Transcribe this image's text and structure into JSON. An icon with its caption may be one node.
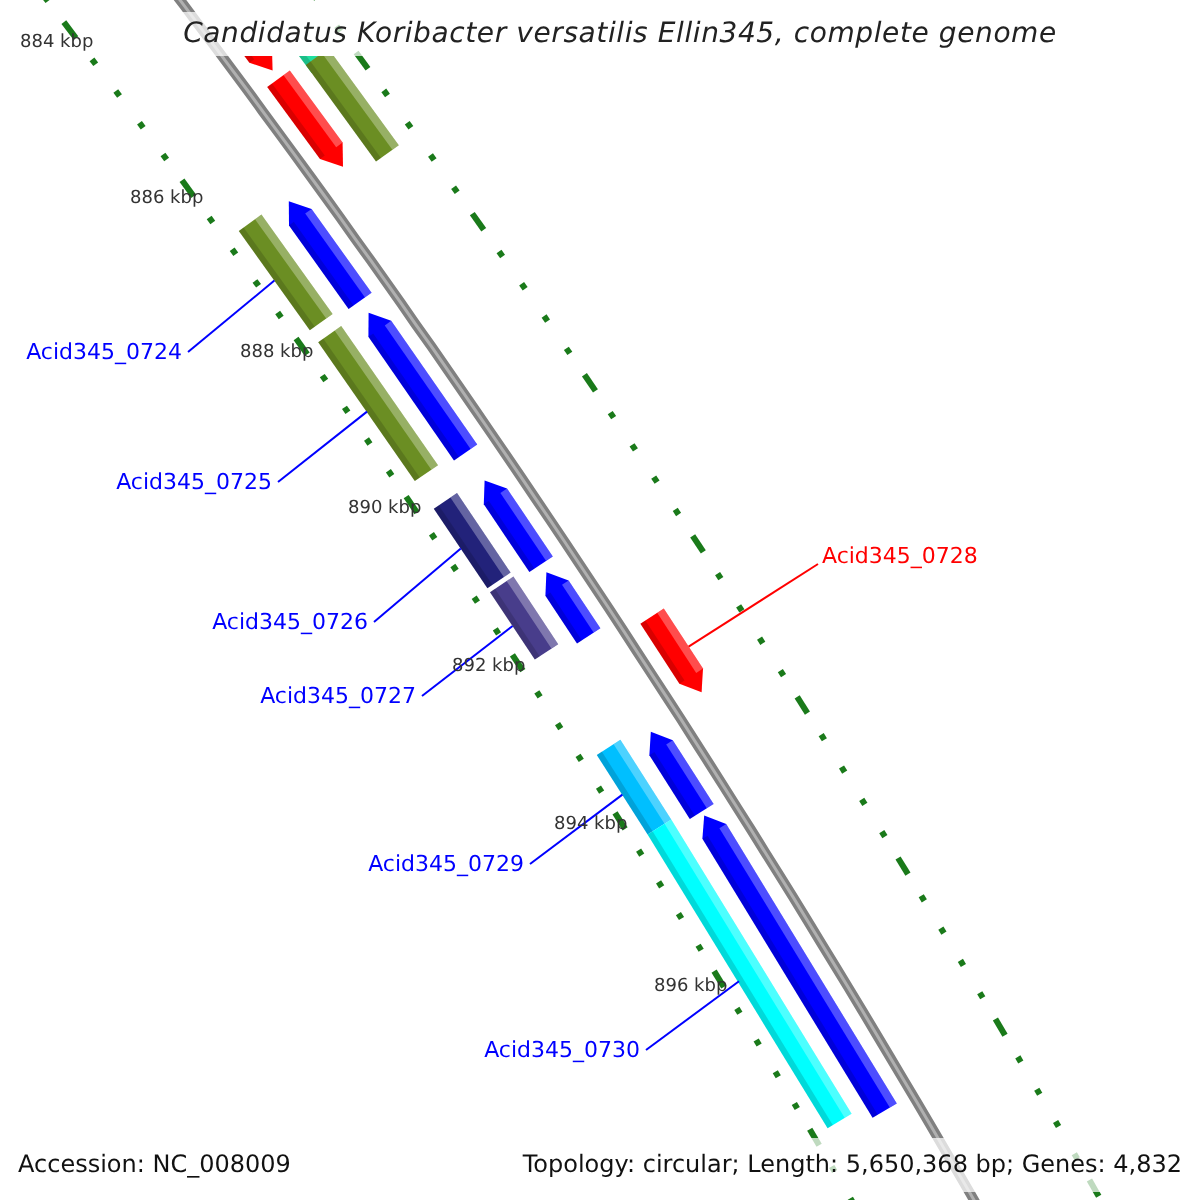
{
  "diagram": {
    "title": "Candidatus Koribacter versatilis Ellin345, complete genome",
    "nodes": [
      {
        "text": [
          "Acid345_0724"
        ]
      },
      {
        "text": [],
        "shape": "bar"
      },
      {
        "text": [
          "Acid345_0725"
        ]
      },
      {
        "text": [],
        "shape": "bar"
      },
      {
        "text": [
          "Acid345_0728"
        ]
      },
      {
        "text": [],
        "shape": "bar"
      },
      {
        "text": [
          "Acid345_0726"
        ]
      },
      {
        "text": [],
        "shape": "bar"
      },
      {
        "text": [
          "Acid345_0727"
        ]
      },
      {
        "text": [],
        "shape": "bar"
      },
      {
        "text": [
          "Acid345_0729"
        ]
      },
      {
        "text": [],
        "shape": "bar"
      },
      {
        "text": [
          "Acid345_0730"
        ]
      },
      {
        "text": [],
        "shape": "bar"
      },
      {
        "text": [],
        "shape": "bar"
      },
      {
        "text": [],
        "shape": "bar"
      },
      {
        "text": [],
        "shape": "bar"
      },
      {
        "text": [],
        "shape": "bar"
      },
      {
        "text": [],
        "shape": "bar"
      },
      {
        "text": [],
        "shape": "bar"
      },
      {
        "text": [],
        "shape": "bar"
      },
      {
        "text": [],
        "shape": "bar"
      },
      {
        "text": [],
        "shape": "bar"
      },
      {
        "text": [],
        "shape": "bar"
      }
    ],
    "edges": [
      {
        "from": 0,
        "to": 1,
        "arrow": "none"
      },
      {
        "from": 2,
        "to": 3,
        "arrow": "none"
      },
      {
        "from": 4,
        "to": 5,
        "arrow": "none",
        "color": "#ff0000"
      },
      {
        "from": 6,
        "to": 7,
        "arrow": "none"
      },
      {
        "from": 8,
        "to": 9,
        "arrow": "none"
      },
      {
        "from": 10,
        "to": 11,
        "arrow": "none"
      },
      {
        "from": 12,
        "to": 13,
        "arrow": "none"
      }
    ],
    "labels": [
      "884 kbp",
      "886 kbp",
      "888 kbp",
      "890 kbp",
      "892 kbp",
      "894 kbp",
      "896 kbp",
      "Accession: NC_008009",
      "Topology: circular; Length: 5,650,368 bp; Genes: 4,832"
    ]
  }
}
